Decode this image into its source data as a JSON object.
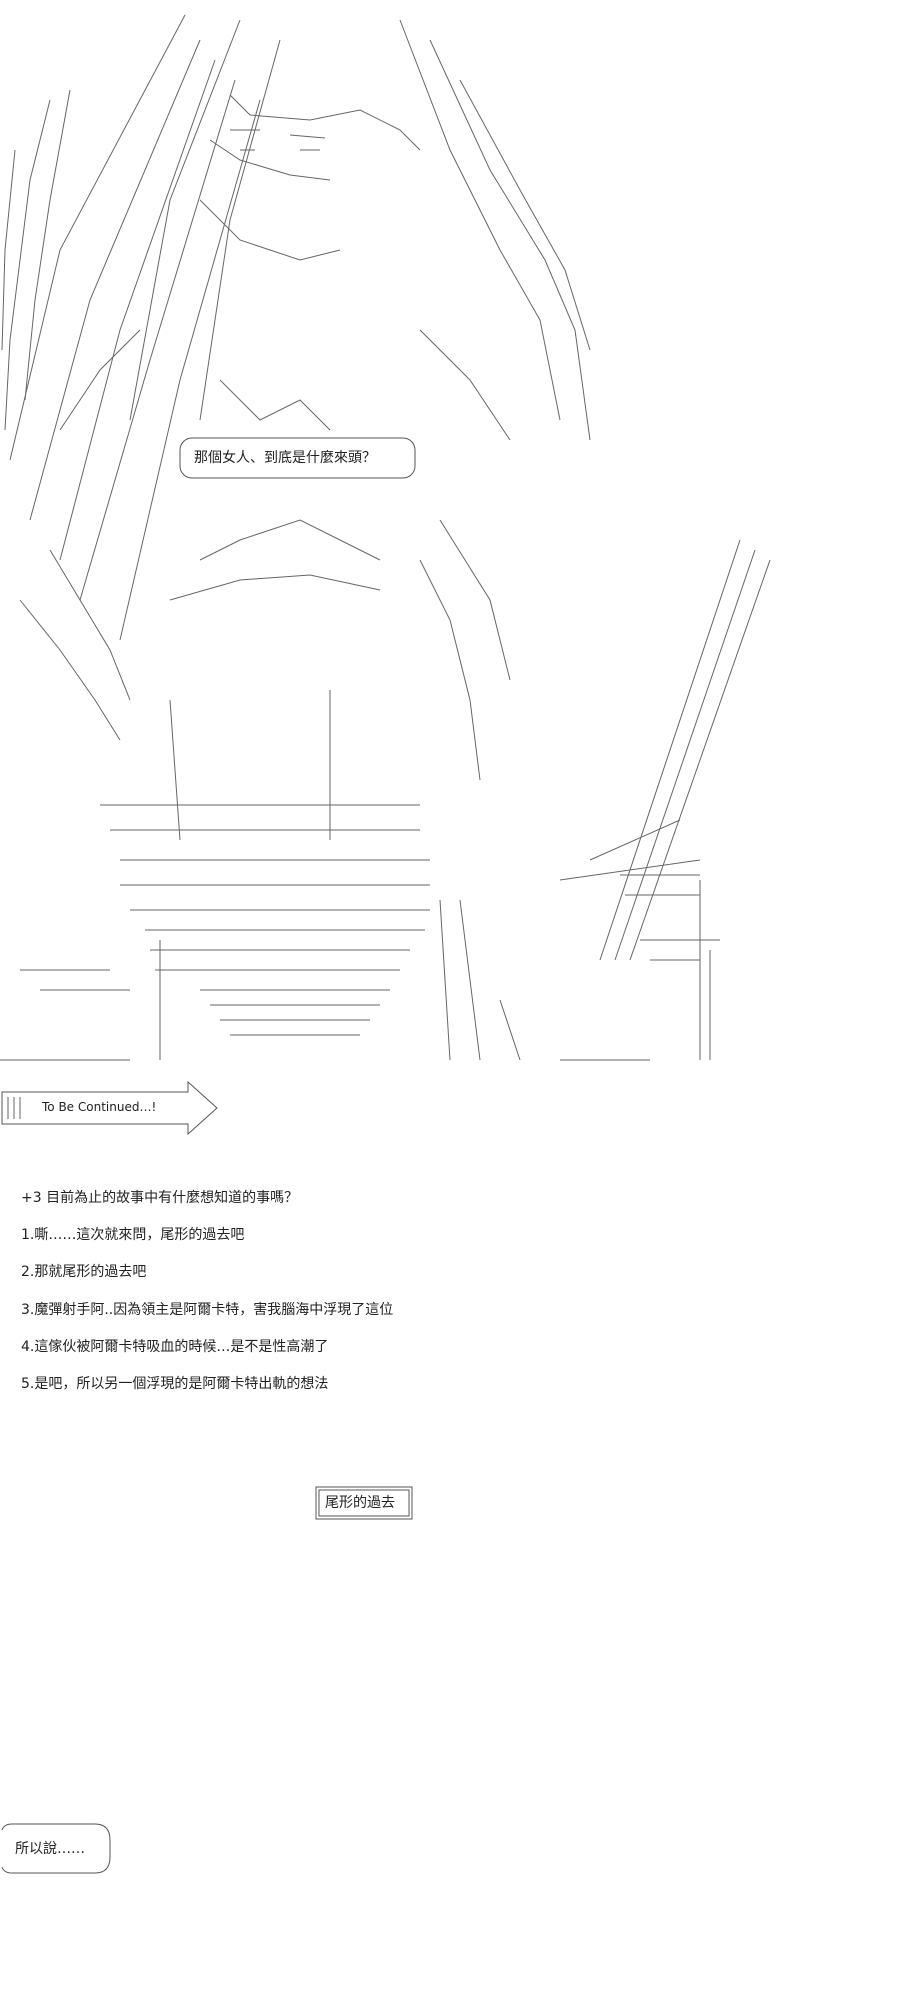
{
  "speech_bubble_1": "那個女人、到底是什麼來頭？",
  "to_be_continued": "To Be Continued…!",
  "question": "+3 目前為止的故事中有什麼想知道的事嗎？",
  "choices": [
    "1.嘶……這次就來問，尾形的過去吧",
    "2.那就尾形的過去吧",
    "3.魔彈射手阿..因為領主是阿爾卡特，害我腦海中浮現了這位",
    "4.這傢伙被阿爾卡特吸血的時候…是不是性高潮了",
    "5.是吧，所以另一個浮現的是阿爾卡特出軌的想法"
  ],
  "result_box": "尾形的過去",
  "speech_bubble_2": "所以說……",
  "colors": {
    "line": "#555555",
    "text": "#222222",
    "background": "#ffffff"
  }
}
